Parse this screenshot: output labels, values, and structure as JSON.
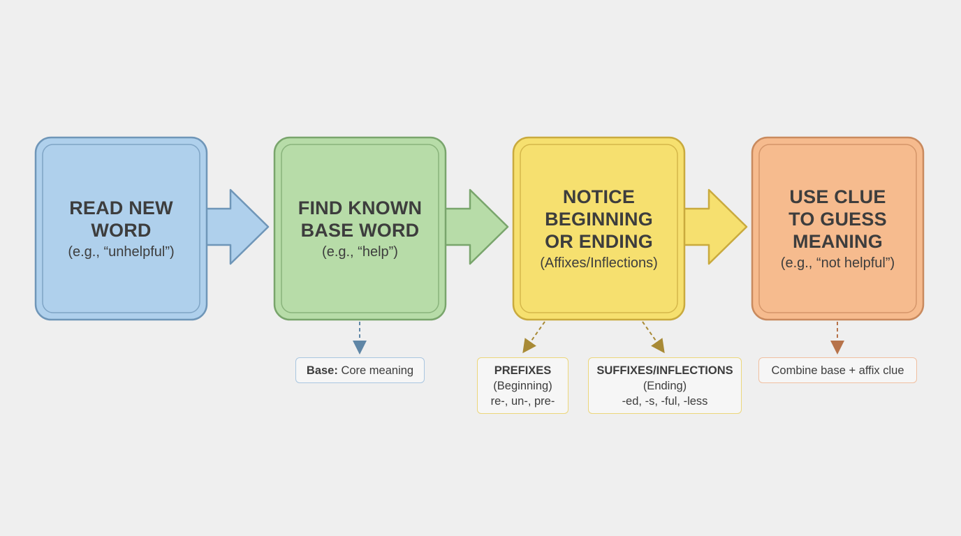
{
  "steps": [
    {
      "title": "READ NEW\nWORD",
      "subtitle": "(e.g., “unhelpful”)",
      "color": "#afd0ec",
      "border": "#6f96b8"
    },
    {
      "title": "FIND KNOWN\nBASE WORD",
      "subtitle": "(e.g., “help”)",
      "color": "#b7dca8",
      "border": "#79a56c"
    },
    {
      "title": "NOTICE\nBEGINNING\nOR ENDING",
      "subtitle": "(Affixes/Inflections)",
      "color": "#f6e06f",
      "border": "#c9aa3e"
    },
    {
      "title": "USE CLUE\nTO GUESS\nMEANING",
      "subtitle": "(e.g., “not helpful”)",
      "color": "#f6bb8e",
      "border": "#c98a5e"
    }
  ],
  "notes": {
    "base": {
      "bold": "Base:",
      "text": " Core meaning",
      "border": "#a9c6e0",
      "arrow": "#5f86a6"
    },
    "prefixes": {
      "heading": "PREFIXES",
      "line1": "(Beginning)",
      "line2": "re-, un-, pre-",
      "border": "#ecd67a",
      "arrow": "#a88a36"
    },
    "suffixes": {
      "heading": "SUFFIXES/INFLECTIONS",
      "line1": "(Ending)",
      "line2": "-ed, -s, -ful, -less",
      "border": "#ecd67a",
      "arrow": "#a88a36"
    },
    "combine": {
      "text": "Combine base + affix clue",
      "border": "#f0bfa0",
      "arrow": "#b7734a"
    }
  },
  "colors": {
    "background": "#efefef",
    "text": "#3d3d3d"
  }
}
